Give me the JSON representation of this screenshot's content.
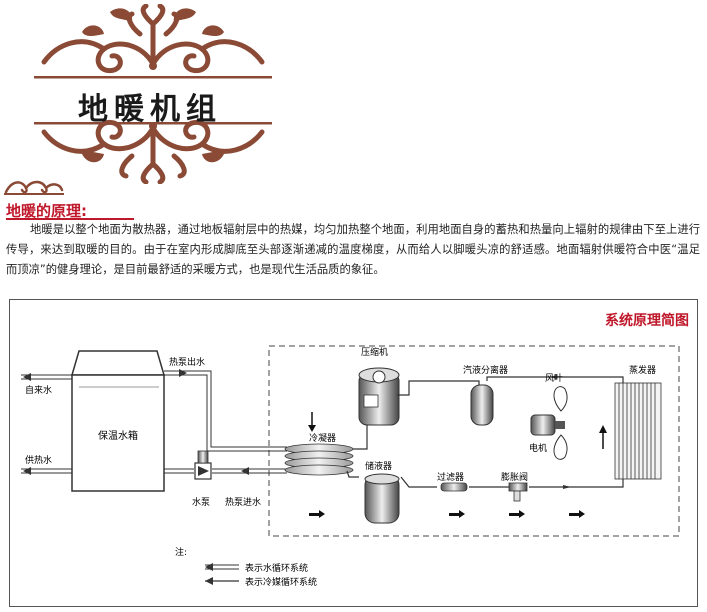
{
  "header": {
    "title": "地暖机组"
  },
  "section": {
    "heading": "地暖的原理:",
    "paragraph": "地暖是以整个地面为散热器，通过地板辐射层中的热媒，均匀加热整个地面，利用地面自身的蓄热和热量向上辐射的规律由下至上进行传导，来达到取暖的目的。由于在室内形成脚底至头部逐渐递减的温度梯度，从而给人以脚暖头凉的舒适感。地面辐射供暖符合中医“温足而顶凉”的健身理论，是目前最舒适的采暖方式，也是现代生活品质的象征。"
  },
  "diagram": {
    "title": "系统原理简图",
    "labels": {
      "tap_water": "自来水",
      "supply_water": "供热水",
      "tank": "保温水箱",
      "hp_out": "热泵出水",
      "hp_in": "热泵进水",
      "pump": "水泵",
      "compressor": "压缩机",
      "separator": "汽液分离器",
      "condenser": "冷凝器",
      "receiver": "储液器",
      "filter": "过滤器",
      "expansion_valve": "膨胀阀",
      "fan": "风叶",
      "motor": "电机",
      "evaporator": "蒸发器"
    },
    "legend": {
      "note": "注:",
      "water": "表示水循环系统",
      "refrigerant": "表示冷媒循环系统"
    }
  },
  "colors": {
    "ornament": "#8a4a35",
    "heading": "#c0182b",
    "line": "#333333",
    "frame": "#555555"
  }
}
